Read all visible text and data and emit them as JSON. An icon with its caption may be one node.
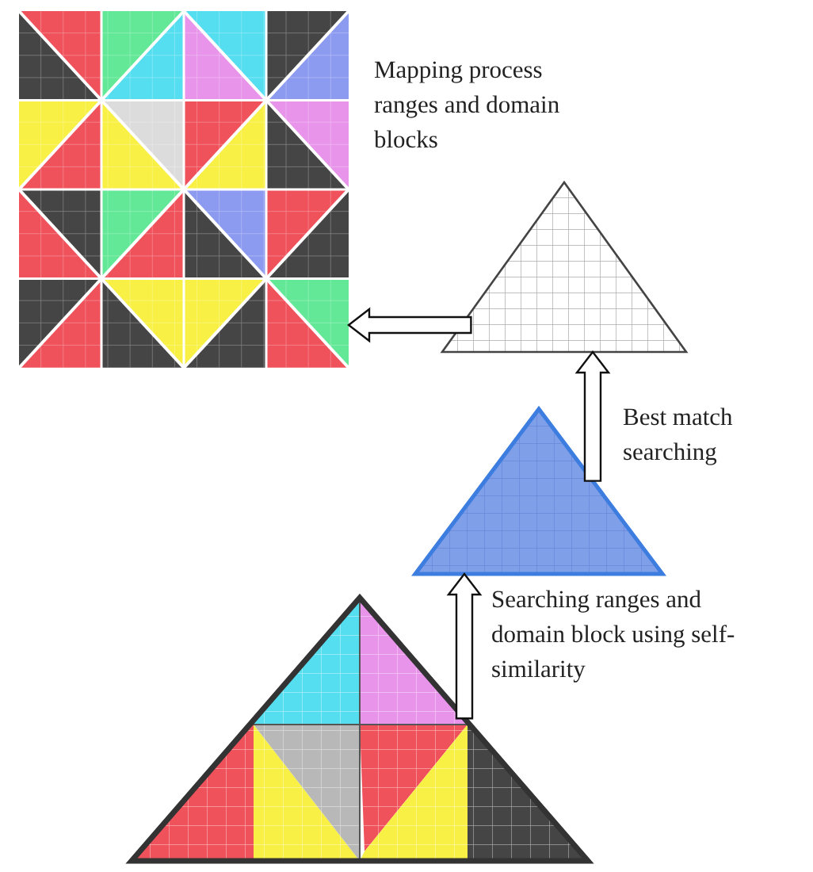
{
  "diagram": {
    "nodes": [
      {
        "text": [],
        "shape": "picture",
        "beside": [
          "Mapping process ranges and domain blocks"
        ]
      },
      {
        "text": [],
        "shape": "triangle"
      },
      {
        "text": [],
        "shape": "triangle"
      },
      {
        "text": [],
        "shape": "triangle"
      }
    ],
    "edges": [
      {
        "from": 1,
        "to": 0,
        "arrow": "to"
      },
      {
        "from": 2,
        "to": 1,
        "arrow": "to",
        "label": "Best match searching"
      },
      {
        "from": 3,
        "to": 2,
        "arrow": "to",
        "label": "Searching ranges and domain block using self-similarity"
      }
    ]
  }
}
